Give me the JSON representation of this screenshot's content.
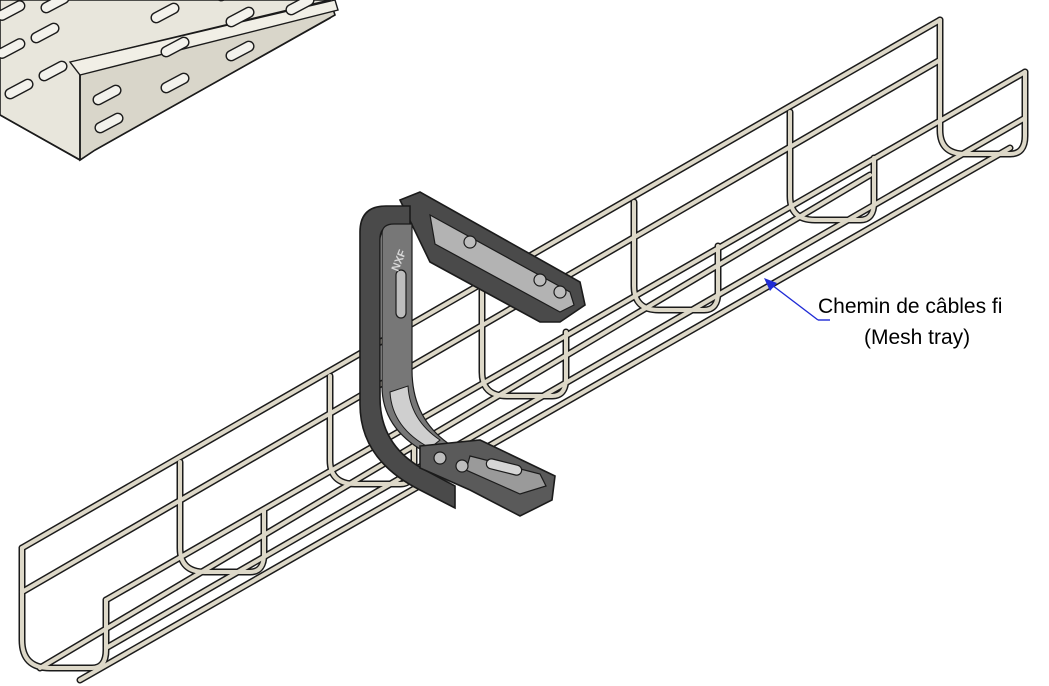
{
  "callout": {
    "line1": "Chemin de câbles fi",
    "line2": "(Mesh tray)"
  },
  "bracket": {
    "marking": "NXF"
  },
  "colors": {
    "wire_fill": "#ddd8c8",
    "wire_outline": "#1b1b1b",
    "solid_tray_fill": "#e8e6dc",
    "solid_tray_hole": "#9c9a90",
    "bracket_dark": "#4a4a4a",
    "bracket_mid": "#777777",
    "bracket_light": "#b3b3b3",
    "leader_line": "#1f2bd6"
  }
}
